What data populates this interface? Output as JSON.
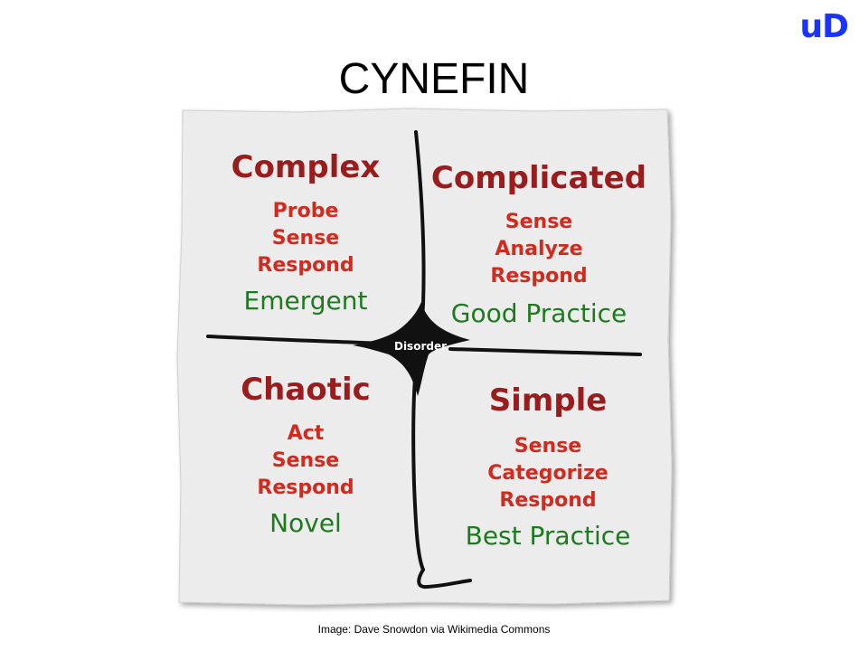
{
  "slide": {
    "logo": "uD",
    "title": "CYNEFIN",
    "caption": "Image: Dave Snowdon via Wikimedia Commons"
  },
  "colors": {
    "logo": "#1a33ff",
    "domain_title": "#9b1c1c",
    "steps": "#d12a1e",
    "practice": "#1e7a1e",
    "lines": "#111111",
    "paper": "#ececec"
  },
  "diagram": {
    "center_label": "Disorder",
    "quadrants": {
      "complex": {
        "title": "Complex",
        "steps": [
          "Probe",
          "Sense",
          "Respond"
        ],
        "practice": "Emergent"
      },
      "complicated": {
        "title": "Complicated",
        "steps": [
          "Sense",
          "Analyze",
          "Respond"
        ],
        "practice": "Good Practice"
      },
      "chaotic": {
        "title": "Chaotic",
        "steps": [
          "Act",
          "Sense",
          "Respond"
        ],
        "practice": "Novel"
      },
      "simple": {
        "title": "Simple",
        "steps": [
          "Sense",
          "Categorize",
          "Respond"
        ],
        "practice": "Best Practice"
      }
    }
  }
}
